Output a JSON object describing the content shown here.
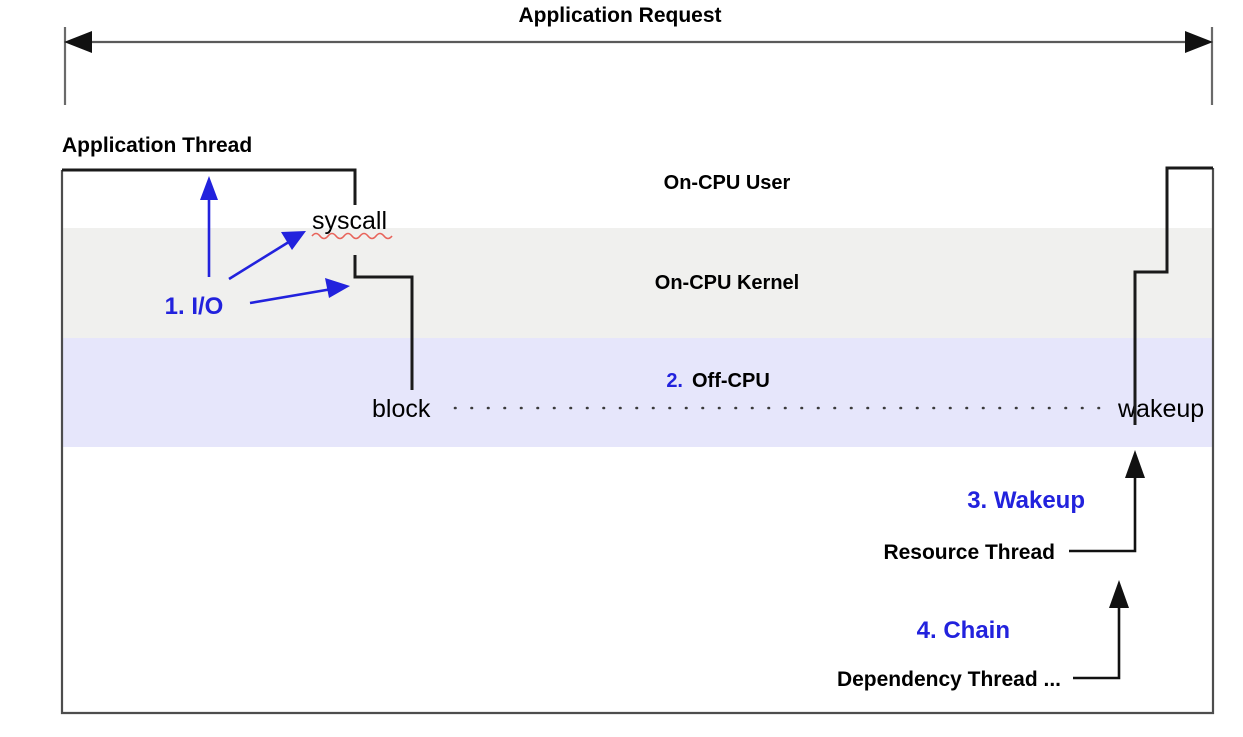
{
  "diagram": {
    "title": "Application Request",
    "type": "off-cpu-analysis-timeline",
    "bands": [
      {
        "id": "on-cpu-user",
        "label": "On-CPU User",
        "color": "#ffffff",
        "label_color": "#000000"
      },
      {
        "id": "on-cpu-kernel",
        "label": "On-CPU Kernel",
        "color": "#f0f0ee",
        "label_color": "#000000"
      },
      {
        "id": "off-cpu",
        "label": "2. Off-CPU",
        "color": "#e6e6fb",
        "label_color": "#000000"
      }
    ],
    "threads": [
      {
        "id": "application-thread",
        "label": "Application Thread"
      },
      {
        "id": "resource-thread",
        "label": "Resource Thread"
      },
      {
        "id": "dependency-thread",
        "label": "Dependency Thread ..."
      }
    ],
    "events": [
      {
        "id": "syscall",
        "label": "syscall",
        "misspelled": true
      },
      {
        "id": "block",
        "label": "block",
        "misspelled": false
      },
      {
        "id": "wakeup",
        "label": "wakeup",
        "misspelled": false
      }
    ],
    "steps": [
      {
        "number": "1.",
        "label": "I/O",
        "full": "1. I/O",
        "color": "#2222dd"
      },
      {
        "number": "2.",
        "label": "Off-CPU",
        "full": "2. Off-CPU",
        "color": "#2222dd"
      },
      {
        "number": "3.",
        "label": "Wakeup",
        "full": "3. Wakeup",
        "color": "#2222dd"
      },
      {
        "number": "4.",
        "label": "Chain",
        "full": "4. Chain",
        "color": "#2222dd"
      }
    ],
    "step_labels": {
      "io": "1. I/O",
      "offcpu_number": "2.",
      "offcpu_text": "Off-CPU",
      "wakeup": "3. Wakeup",
      "chain": "4. Chain"
    },
    "colors": {
      "accent_blue": "#2222dd",
      "kernel_band": "#f0f0ee",
      "offcpu_band": "#e6e6fb",
      "frame_stroke": "#4d4d4d",
      "thread_stroke": "#1a1a1a",
      "spellcheck_red": "#e8635a"
    }
  }
}
